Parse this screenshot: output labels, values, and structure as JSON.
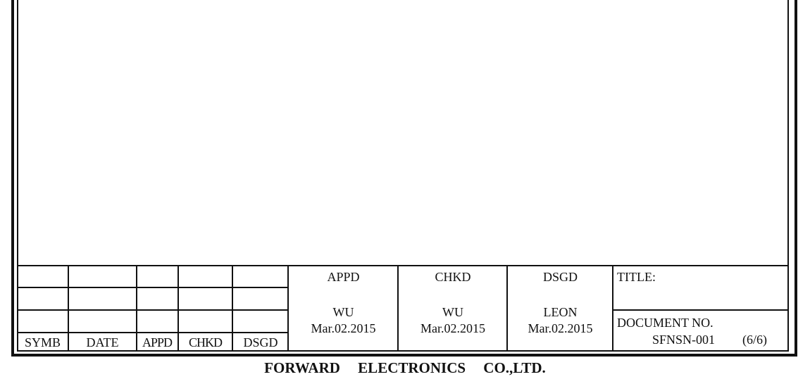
{
  "revision_table": {
    "headers": [
      "SYMB",
      "DATE",
      "APPD",
      "CHKD",
      "DSGD"
    ]
  },
  "approvals": [
    {
      "role": "APPD",
      "name": "WU",
      "date": "Mar.02.2015"
    },
    {
      "role": "CHKD",
      "name": "WU",
      "date": "Mar.02.2015"
    },
    {
      "role": "DSGD",
      "name": "LEON",
      "date": "Mar.02.2015"
    }
  ],
  "title_label": "TITLE:",
  "document_no_label": "DOCUMENT NO.",
  "document_no": "SFNSN-001",
  "page": "(6/6)",
  "company": "FORWARD ELECTRONICS CO.,LTD."
}
